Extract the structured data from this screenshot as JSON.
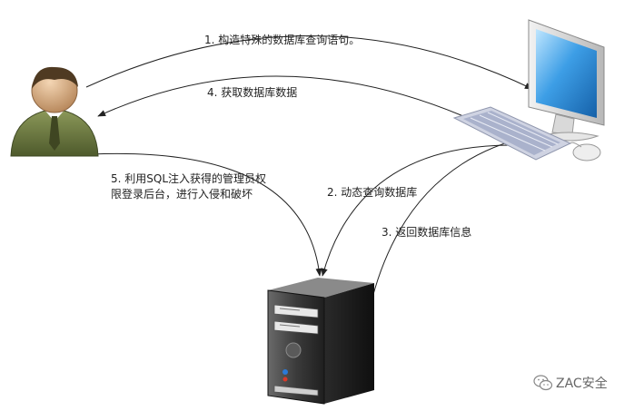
{
  "diagram": {
    "steps": [
      {
        "id": "step1",
        "label": "1. 构造特殊的数据库查询语句。"
      },
      {
        "id": "step2",
        "label": "2. 动态查询数据库"
      },
      {
        "id": "step3",
        "label": "3. 返回数据库信息"
      },
      {
        "id": "step4",
        "label": "4. 获取数据库数据"
      },
      {
        "id": "step5",
        "lines": [
          "5. 利用SQL注入获得的管理员权",
          "限登录后台，进行入侵和破坏"
        ]
      }
    ],
    "icons": {
      "attacker": "user-icon",
      "web_server": "desktop-computer-icon",
      "database": "server-tower-icon",
      "watermark": "wechat-icon"
    }
  },
  "watermark": {
    "text": "ZAC安全"
  },
  "colors": {
    "arrow": "#222222",
    "person_body": "#6f7b44",
    "screen": "#2f8fd8",
    "server": "#3a3a3a"
  }
}
